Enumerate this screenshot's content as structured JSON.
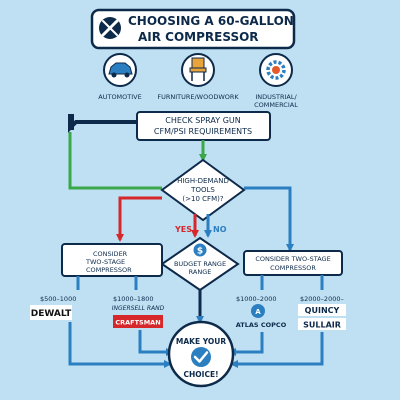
{
  "title": {
    "line1": "CHOOSING A 60-GALLON",
    "line2": "AIR COMPRESSOR"
  },
  "categories": [
    {
      "label": "AUTOMOTIVE",
      "icon": "car-icon"
    },
    {
      "label": "FURNITURE/WOODWORK",
      "icon": "chair-icon"
    },
    {
      "label_line1": "INDUSTRIAL/",
      "label_line2": "COMMERCIAL",
      "icon": "gear-icon"
    }
  ],
  "step_check": {
    "line1": "CHECK SPRAY GUN",
    "line2": "CFM/PSI REQUIREMENTS"
  },
  "decision_tools": {
    "line1": "HIGH-DEMAND",
    "line2": "TOOLS",
    "line3": "(>10 CFM)?"
  },
  "yes_label": "YES",
  "no_label": "NO",
  "decision_budget": {
    "line1": "BUDGET RANGE",
    "line2": "RANGE",
    "icon": "dollar-icon"
  },
  "left_box": {
    "line1": "CONSIDER",
    "line2": "TWO-STAGE",
    "line3": "COMPRESSOR"
  },
  "right_box": {
    "line1": "CONSIDER TWO-STAGE",
    "line2": "COMPRESSOR"
  },
  "prices": {
    "p1": "$500–1000",
    "p2": "$1000–1800",
    "p3": "$1000–2000",
    "p4": "$2000–2000–"
  },
  "brands": {
    "dewalt": "DEWALT",
    "ingersoll": "INGERSELL RAND",
    "craftsman": "CRAFTSMAN",
    "atlas": "ATLAS COPCO",
    "quincy": "QUINCY",
    "sullair": "SULLAIR"
  },
  "finish": {
    "line1": "MAKE YOUR",
    "line2": "CHOICE!"
  },
  "colors": {
    "navy": "#0d2a4a",
    "blue": "#2b7fc1",
    "green": "#3aa84a",
    "red": "#d6282b",
    "bg": "#bfe0f3"
  }
}
